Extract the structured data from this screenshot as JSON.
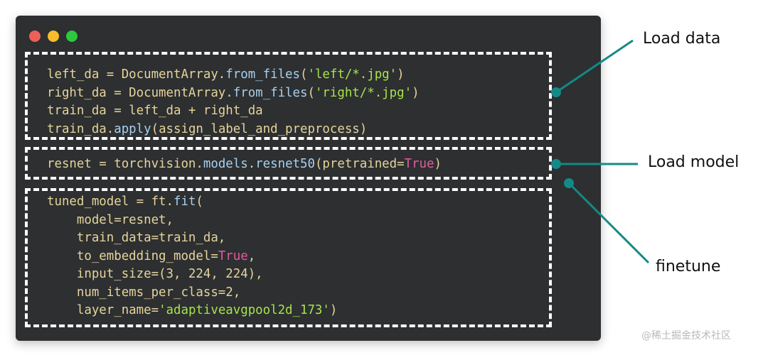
{
  "colors": {
    "background": "#ffffff",
    "window_bg": "#2d2f31",
    "traffic_red": "#ee5f58",
    "traffic_yellow": "#f7bc2e",
    "traffic_green": "#2ec840",
    "code_default": "#e6d49a",
    "code_method": "#a8d0ee",
    "code_string": "#a6e34a",
    "code_keyword": "#e35aa0",
    "callout_teal": "#138a87",
    "dashed_border": "#ffffff"
  },
  "window": {
    "traffic_lights": [
      "close",
      "minimize",
      "maximize"
    ]
  },
  "code_blocks": [
    {
      "id": "load-data",
      "lines": [
        [
          {
            "t": "left_da = DocumentArray.",
            "c": "default"
          },
          {
            "t": "from_files",
            "c": "method"
          },
          {
            "t": "(",
            "c": "default"
          },
          {
            "t": "'left/*.jpg'",
            "c": "string"
          },
          {
            "t": ")",
            "c": "default"
          }
        ],
        [
          {
            "t": "right_da = DocumentArray.",
            "c": "default"
          },
          {
            "t": "from_files",
            "c": "method"
          },
          {
            "t": "(",
            "c": "default"
          },
          {
            "t": "'right/*.jpg'",
            "c": "string"
          },
          {
            "t": ")",
            "c": "default"
          }
        ],
        [
          {
            "t": "train_da = left_da + right_da",
            "c": "default"
          }
        ],
        [
          {
            "t": "train_da.",
            "c": "default"
          },
          {
            "t": "apply",
            "c": "method"
          },
          {
            "t": "(assign_label_and_preprocess)",
            "c": "default"
          }
        ]
      ]
    },
    {
      "id": "load-model",
      "lines": [
        [
          {
            "t": "resnet = torchvision.",
            "c": "default"
          },
          {
            "t": "models",
            "c": "method"
          },
          {
            "t": ".",
            "c": "default"
          },
          {
            "t": "resnet50",
            "c": "method"
          },
          {
            "t": "(pretrained=",
            "c": "default"
          },
          {
            "t": "True",
            "c": "keyword"
          },
          {
            "t": ")",
            "c": "default"
          }
        ]
      ]
    },
    {
      "id": "finetune",
      "lines": [
        [
          {
            "t": "tuned_model = ft.",
            "c": "default"
          },
          {
            "t": "fit",
            "c": "method"
          },
          {
            "t": "(",
            "c": "default"
          }
        ],
        [
          {
            "t": "    model=resnet,",
            "c": "default"
          }
        ],
        [
          {
            "t": "    train_data=train_da,",
            "c": "default"
          }
        ],
        [
          {
            "t": "    to_embedding_model=",
            "c": "default"
          },
          {
            "t": "True",
            "c": "keyword"
          },
          {
            "t": ",",
            "c": "default"
          }
        ],
        [
          {
            "t": "    input_size=(3, 224, 224),",
            "c": "default"
          }
        ],
        [
          {
            "t": "    num_items_per_class=2,",
            "c": "default"
          }
        ],
        [
          {
            "t": "    layer_name=",
            "c": "default"
          },
          {
            "t": "'adaptiveavgpool2d_173'",
            "c": "string"
          },
          {
            "t": ")",
            "c": "default"
          }
        ]
      ]
    }
  ],
  "labels": {
    "load_data": "Load data",
    "load_model": "Load model",
    "finetune": "finetune"
  },
  "watermark": "@稀土掘金技术社区"
}
